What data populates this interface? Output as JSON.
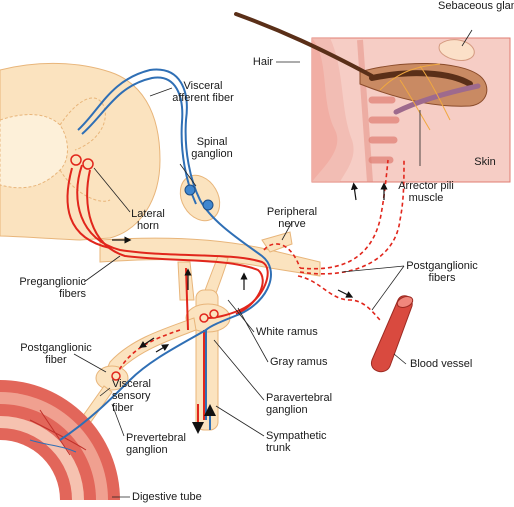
{
  "labels": {
    "sebaceous": "Sebaceous glands",
    "hair": "Hair",
    "skin": "Skin",
    "visceral_afferent": "Visceral afferent fiber",
    "spinal_ganglion": "Spinal ganglion",
    "lateral_horn": "Lateral horn",
    "peripheral_nerve": "Peripheral nerve",
    "arrector": "Arrector pili muscle",
    "preganglionic": "Preganglionic fibers",
    "postganglionic_fibers": "Postganglionic fibers",
    "postganglionic_fiber": "Postganglionic fiber",
    "white_ramus": "White ramus",
    "gray_ramus": "Gray ramus",
    "blood_vessel": "Blood vessel",
    "visceral_sensory": "Visceral sensory fiber",
    "paravertebral": "Paravertebral ganglion",
    "prevertebral": "Prevertebral ganglion",
    "sympathetic_trunk": "Sympathetic trunk",
    "digestive_tube": "Digestive tube"
  },
  "colors": {
    "tissue": "#fbe3bf",
    "tissue_outline": "#e8b57a",
    "skin_pink": "#f3b9b0",
    "skin_dark": "#e07d72",
    "preganglionic_red": "#e1261c",
    "afferent_blue": "#2f6fb5",
    "vessel_red": "#d94a3f",
    "leader": "#222222"
  }
}
